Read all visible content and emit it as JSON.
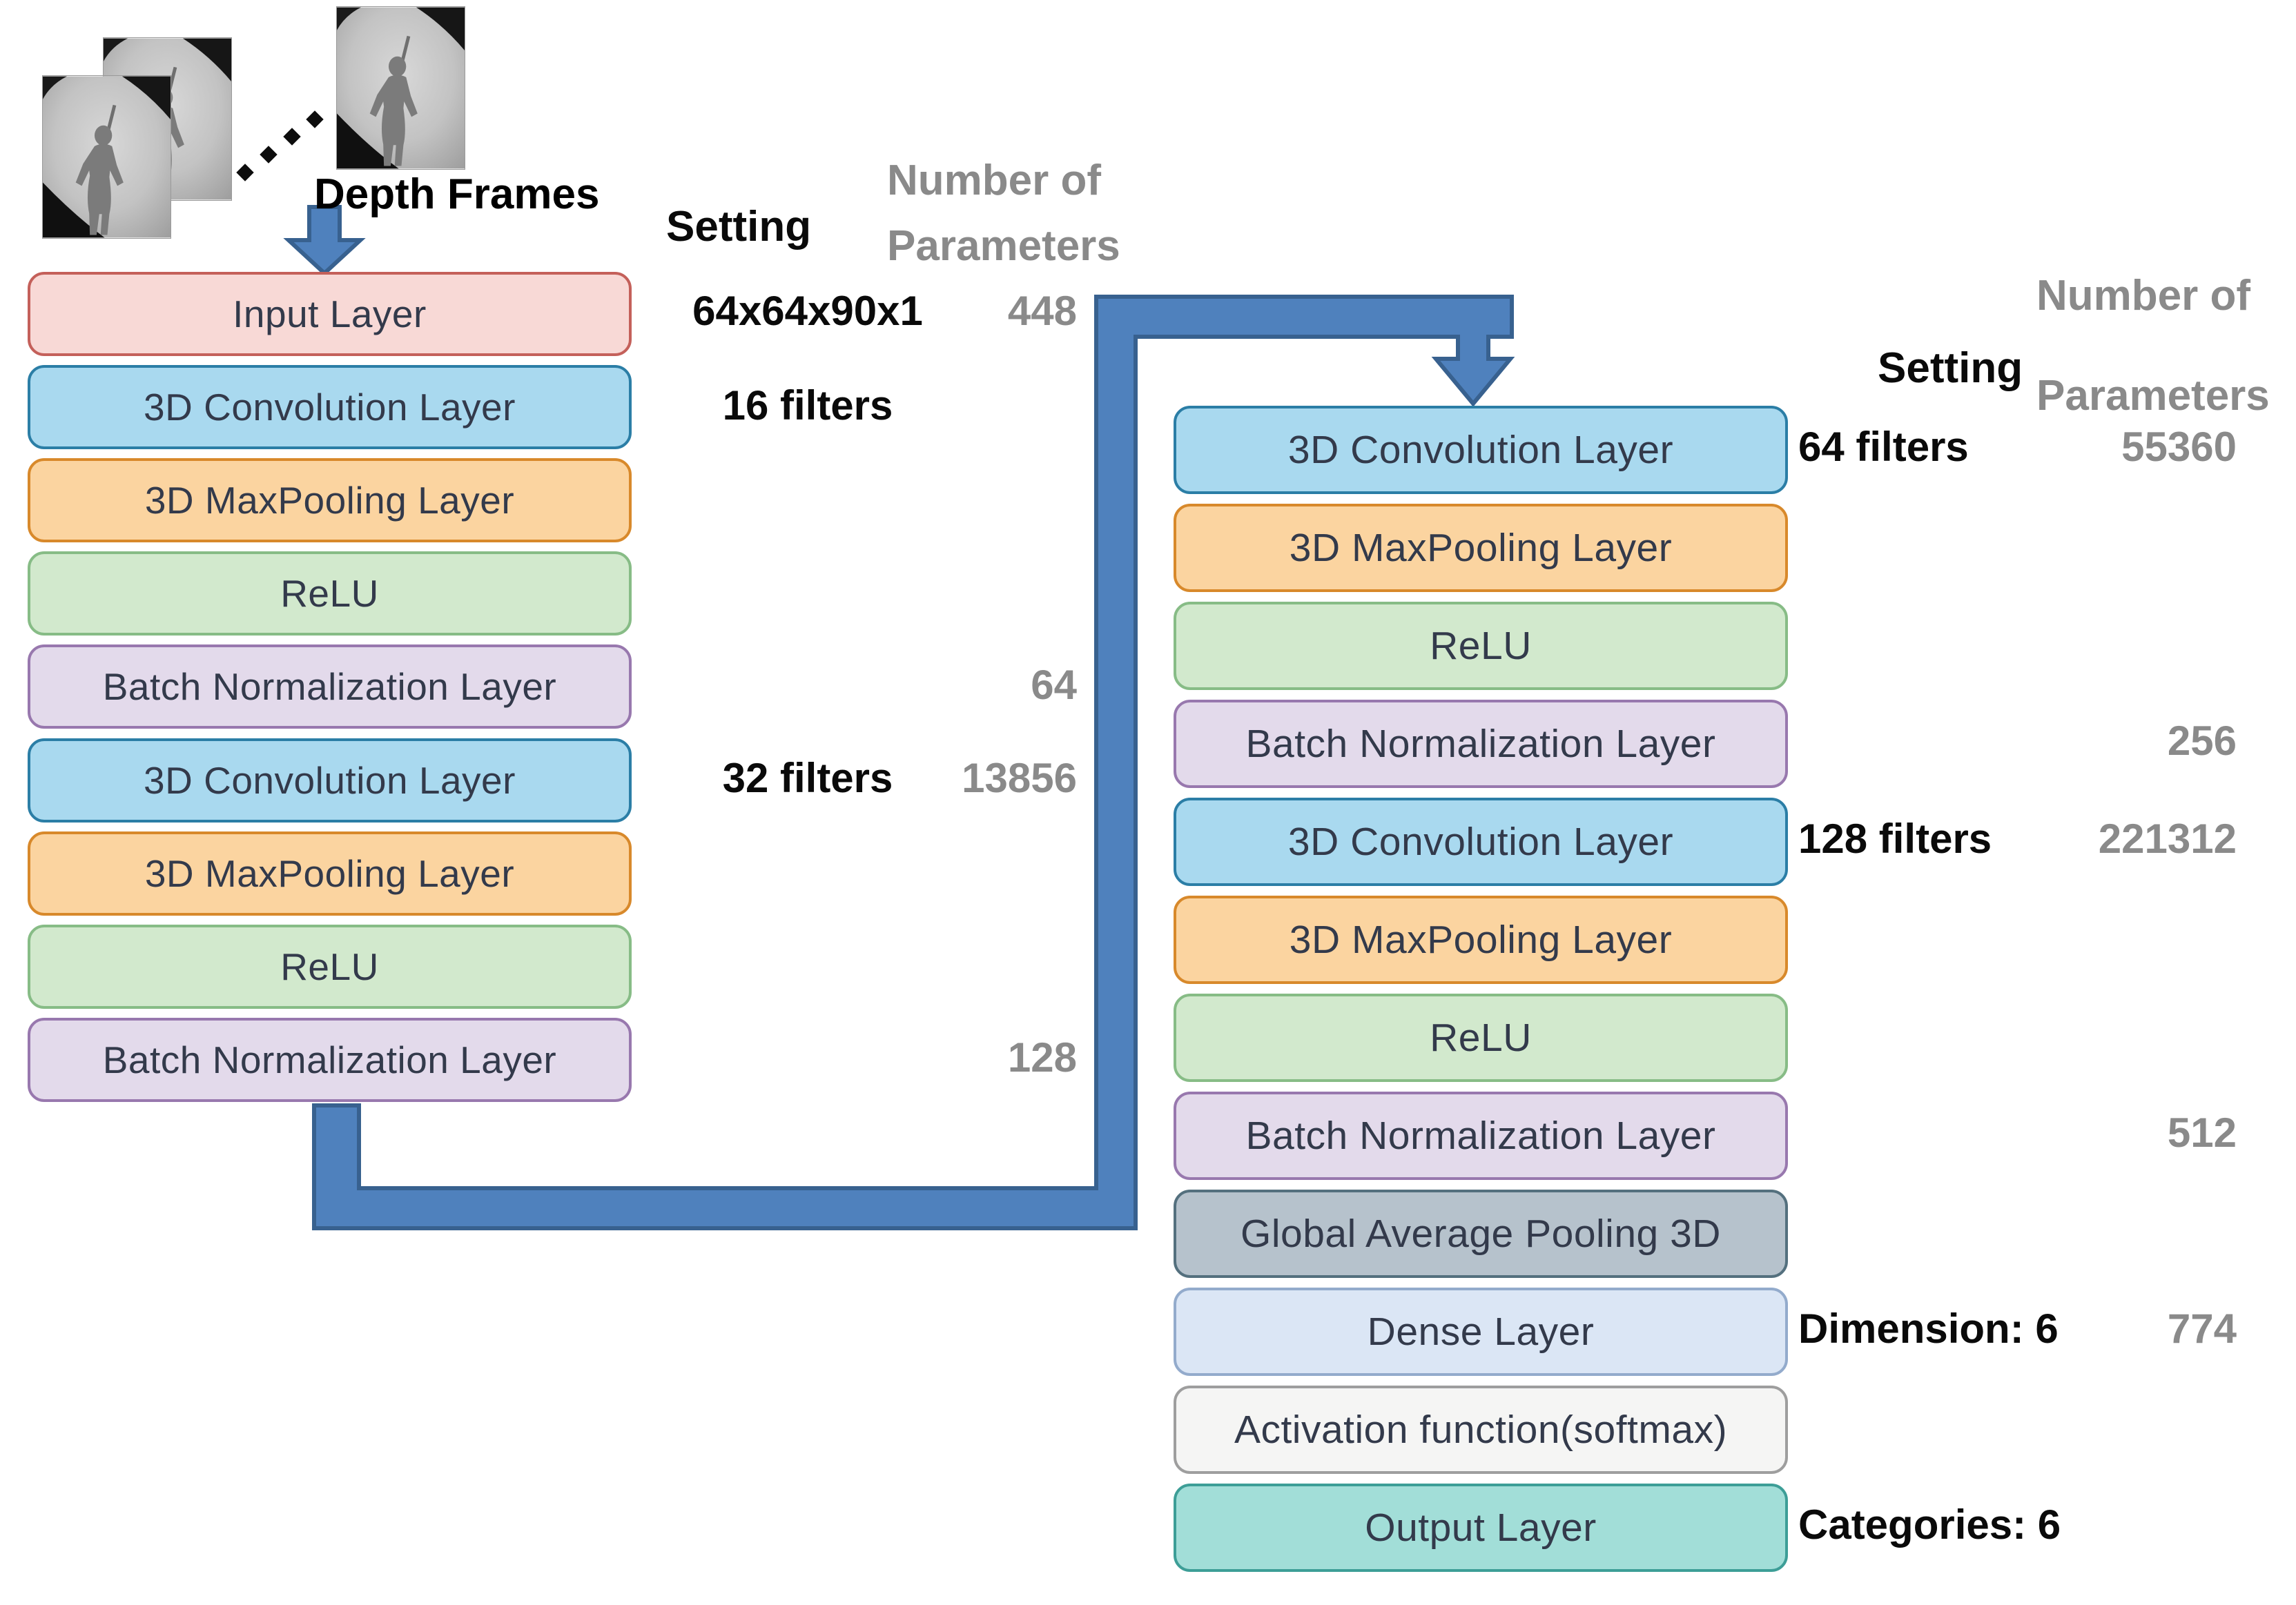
{
  "diagram": {
    "depth_frames_label": "Depth Frames",
    "left_column": {
      "setting_header": "Setting",
      "params_header_line1": "Number of",
      "params_header_line2": "Parameters",
      "layers": [
        "Input Layer",
        "3D Convolution Layer",
        "3D MaxPooling Layer",
        "ReLU",
        "Batch Normalization Layer",
        "3D Convolution Layer",
        "3D MaxPooling Layer",
        "ReLU",
        "Batch Normalization Layer"
      ],
      "settings": {
        "input": "64x64x90x1",
        "conv1": "16 filters",
        "conv2": "32 filters"
      },
      "params": {
        "input": "448",
        "bn1": "64",
        "conv2": "13856",
        "bn2": "128"
      }
    },
    "right_column": {
      "setting_header": "Setting",
      "params_header_line1": "Number of",
      "params_header_line2": "Parameters",
      "layers": [
        "3D Convolution Layer",
        "3D MaxPooling Layer",
        "ReLU",
        "Batch Normalization Layer",
        "3D Convolution Layer",
        "3D MaxPooling Layer",
        "ReLU",
        "Batch Normalization Layer",
        "Global Average Pooling 3D",
        "Dense Layer",
        "Activation function(softmax)",
        "Output Layer"
      ],
      "settings": {
        "conv1": "64 filters",
        "conv2": "128 filters",
        "dense": "Dimension: 6",
        "output": "Categories: 6"
      },
      "params": {
        "conv1": "55360",
        "bn1": "256",
        "conv2": "221312",
        "bn2": "512",
        "dense": "774"
      }
    },
    "colors": {
      "input_fill": "#f8d9d6",
      "input_border": "#c4605a",
      "conv_fill": "#a9d9ef",
      "conv_border": "#2b7ea6",
      "pool_fill": "#fbd4a0",
      "pool_border": "#d8892b",
      "relu_fill": "#d2e9cd",
      "relu_border": "#87bc86",
      "batchnorm_fill": "#e3daeb",
      "batchnorm_border": "#9878ae",
      "global_avg_pool_fill": "#b6c2cc",
      "global_avg_pool_border": "#54707e",
      "dense_fill": "#dbe6f5",
      "dense_border": "#93abcc",
      "activation_fill": "#f5f5f4",
      "activation_border": "#9e9e9e",
      "output_fill": "#a2ded8",
      "output_border": "#3d9e97",
      "connector_fill": "#4f81bd",
      "connector_border": "#38618f",
      "param_text": "#8a8a8a",
      "setting_text": "#0a0a0a"
    }
  }
}
